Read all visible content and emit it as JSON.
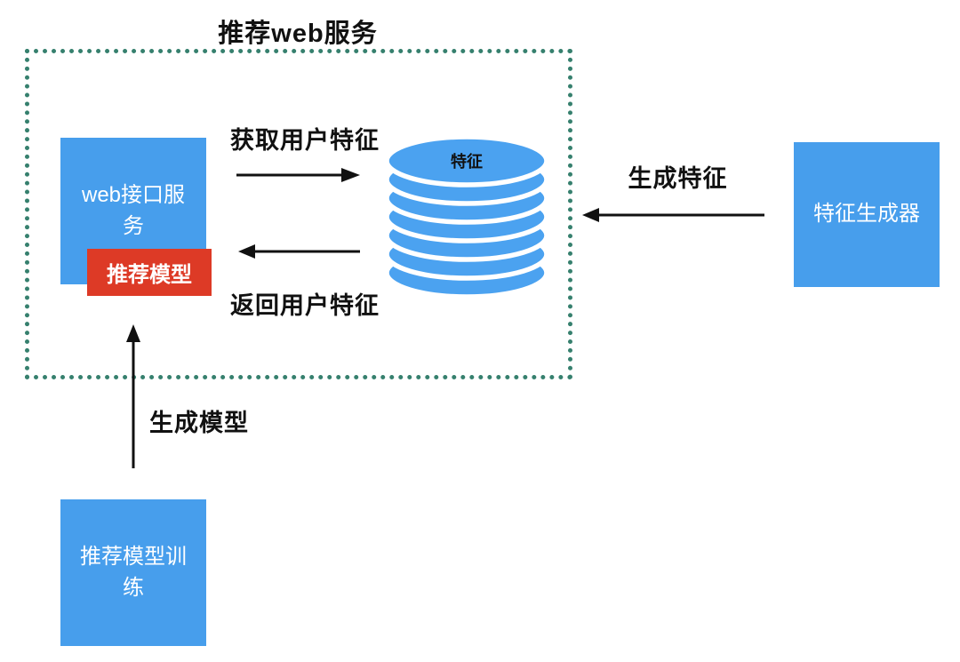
{
  "diagram_title": "推荐web服务",
  "nodes": {
    "web_api_service": {
      "label": "web接口服务",
      "color": "#479EEC"
    },
    "recommend_model": {
      "label": "推荐模型",
      "color": "#DD3A26"
    },
    "feature_store": {
      "label": "特征",
      "color": "#4BA2F0"
    },
    "feature_generator": {
      "label": "特征生成器",
      "color": "#479EEC"
    },
    "model_training": {
      "label": "推荐模型训练",
      "color": "#479EEC"
    }
  },
  "edges": {
    "get_user_features": {
      "label": "获取用户特征",
      "direction": "right",
      "from": "web_api_service",
      "to": "feature_store"
    },
    "return_user_features": {
      "label": "返回用户特征",
      "direction": "left",
      "from": "feature_store",
      "to": "web_api_service"
    },
    "generate_features": {
      "label": "生成特征",
      "direction": "left",
      "from": "feature_generator",
      "to": "feature_store"
    },
    "generate_model": {
      "label": "生成模型",
      "direction": "up",
      "from": "model_training",
      "to": "recommend_model"
    }
  },
  "colors": {
    "boundary_border": "#36806E",
    "arrow": "#111111",
    "node_text": "#FFFFFF",
    "label_text": "#111111",
    "background": "#FFFFFF"
  }
}
